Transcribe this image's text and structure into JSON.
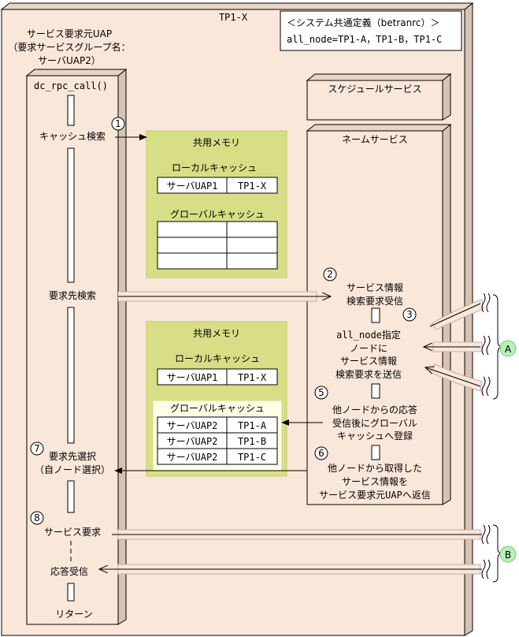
{
  "diagram": {
    "outer_title": "TP1-X",
    "client": {
      "title_lines": [
        "サービス要求元UAP",
        "（要求サービスグループ名：",
        "サーバUAP2）"
      ],
      "call": "dc_rpc_call()",
      "cache_search": "キャッシュ検索",
      "request_search": "要求先検索",
      "request_select_lines": [
        "要求先選択",
        "（自ノード選択）"
      ],
      "service_request": "サービス要求",
      "response_receive": "応答受信",
      "return": "リターン"
    },
    "definition_box": {
      "lines": [
        "＜システム共通定義（betranrc）＞",
        "all_node=TP1-A，TP1-B，TP1-C"
      ]
    },
    "schedule_service": "スケジュールサービス",
    "name_service": {
      "title": "ネームサービス",
      "receive_lines": [
        "サービス情報",
        "検索要求受信"
      ],
      "send_lines": [
        "all_node指定",
        "ノードに",
        "サービス情報",
        "検索要求を送信"
      ],
      "register_lines": [
        "他ノードからの応答",
        "受信後にグローバル",
        "キャッシュへ登録"
      ],
      "reply_lines": [
        "他ノードから取得した",
        "サービス情報を",
        "サービス要求元UAPへ返信"
      ]
    },
    "shared_memory_top": {
      "title": "共用メモリ",
      "local_cache_label": "ローカルキャッシュ",
      "local_rows": [
        [
          "サーバUAP1",
          "TP1-X"
        ]
      ],
      "global_cache_label": "グローバルキャッシュ",
      "global_rows": [
        [
          "",
          ""
        ],
        [
          "",
          ""
        ],
        [
          "",
          ""
        ]
      ]
    },
    "shared_memory_bottom": {
      "title": "共用メモリ",
      "local_cache_label": "ローカルキャッシュ",
      "local_rows": [
        [
          "サーバUAP1",
          "TP1-X"
        ]
      ],
      "global_cache_label": "グローバルキャッシュ",
      "global_rows": [
        [
          "サーバUAP2",
          "TP1-A"
        ],
        [
          "サーバUAP2",
          "TP1-B"
        ],
        [
          "サーバUAP2",
          "TP1-C"
        ]
      ]
    },
    "step_numbers": [
      "1",
      "2",
      "3",
      "5",
      "6",
      "7",
      "8"
    ],
    "connectors": [
      "A",
      "B"
    ],
    "colors": {
      "background": "#f9e7d9",
      "frame_side": "#d7c3b2",
      "shared_memory": "#d7de86",
      "global_cache_bg": "#fbfde5",
      "connector": "#b6f0b6",
      "arrow_pipe": "#f9e7d9"
    }
  }
}
